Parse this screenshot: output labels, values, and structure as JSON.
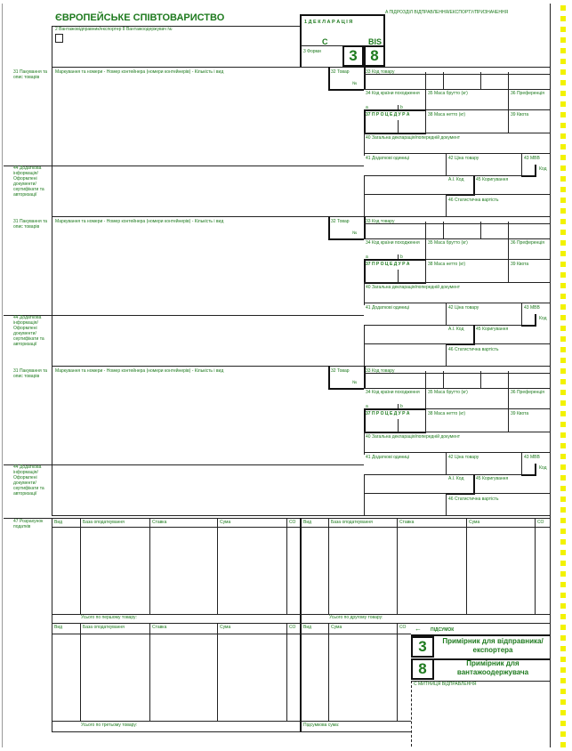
{
  "header": {
    "title": "ЄВРОПЕЙСЬКЕ СПІВТОВАРИСТВО",
    "box2": "2 Вантажовідправник/експортер  8 Вантажоодержувач  №",
    "box_a": "A  ПІДРОЗДІЛ ВІДПРАВЛЕННЯ/ЕКСПОРТУ/ПРИЗНАЧЕННЯ",
    "box1": "1  Д Е К Л А Р А Ц І Я",
    "c": "C",
    "bis": "BIS",
    "box3": "3  Форми",
    "num3": "3",
    "num8": "8"
  },
  "item": {
    "b31": "31 Пакування та опис товарів",
    "marks": "Маркування та номери - Номер контейнера (номери контейнерів) - Кількість і вид",
    "b32": "32  Товар",
    "no": "№",
    "b33": "33  Код товару",
    "b34": "34 Код країни походження",
    "b34a": "a",
    "b34b": "b",
    "b35": "35 Маса брутто (кг)",
    "b36": "36 Преференція",
    "b37": "37  П Р О Ц Е Д У Р А",
    "b38": "38 Маса нетто (кг)",
    "b39": "39 Квота",
    "b40": "40 Загальна декларація/попередній документ",
    "b41": "41 Додаткові одиниці",
    "b42": "42 Ціна товару",
    "b43": "43 МВВ",
    "kod": "Код",
    "ai": "A.I. Код",
    "b45": "45 Коригування",
    "b44": "44 Додаткова інформація/ Оформлені документи/ сертифікати та авторизації",
    "b46": "46 Статистична вартість"
  },
  "taxes": {
    "b47": "47 Розрахунок податків",
    "vyd": "Вид",
    "baza": "База оподаткування",
    "stavka": "Ставка",
    "suma": "Сума",
    "so": "СО",
    "total1": "Усього по першому товару:",
    "total2": "Усього по другому товару:",
    "total3": "Усього по третьому товару:",
    "subtotal": "Підсумкова сума:",
    "pidsumok": "ПІДСУМОК",
    "copy3_num": "3",
    "copy3_text": "Примірник для відправника/експортера",
    "copy8_num": "8",
    "copy8_text": "Примірник для вантажоодержувача",
    "box_c": "C  МИТНИЦЯ ВІДПРАВЛЕННЯ"
  },
  "colors": {
    "green": "#1e7a1e",
    "stripe": "#f2f200"
  }
}
